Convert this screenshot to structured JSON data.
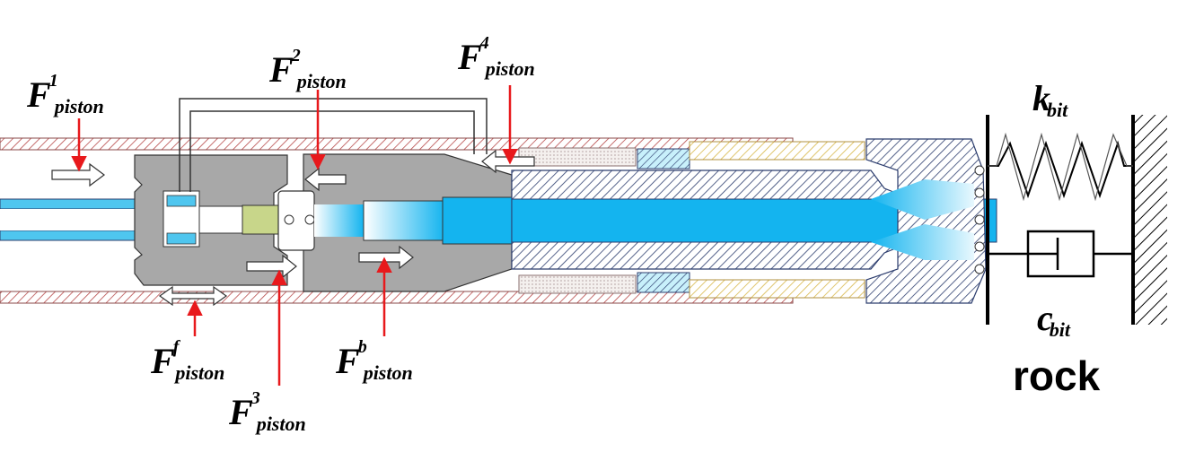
{
  "labels": {
    "f1": {
      "main": "F",
      "sup": "1",
      "sub": "piston"
    },
    "f2": {
      "main": "F",
      "sup": "2",
      "sub": "piston"
    },
    "f3": {
      "main": "F",
      "sup": "3",
      "sub": "piston"
    },
    "f4": {
      "main": "F",
      "sup": "4",
      "sub": "piston"
    },
    "ff": {
      "main": "F",
      "sup": "f",
      "sub": "piston"
    },
    "fb": {
      "main": "F",
      "sup": "b",
      "sub": "piston"
    },
    "kbit": {
      "main": "k",
      "sub": "bit"
    },
    "cbit": {
      "main": "c",
      "sub": "bit"
    },
    "rock": "rock"
  },
  "colors": {
    "arrow_red": "#e8191c",
    "fluid_blue": "#14b4ef",
    "hatch_red": "#b84a4a",
    "hatch_blue": "#2c3d6e",
    "hatch_yellow": "#d8b84a",
    "body_gray": "#a8a8a8",
    "line_black": "#000000"
  }
}
